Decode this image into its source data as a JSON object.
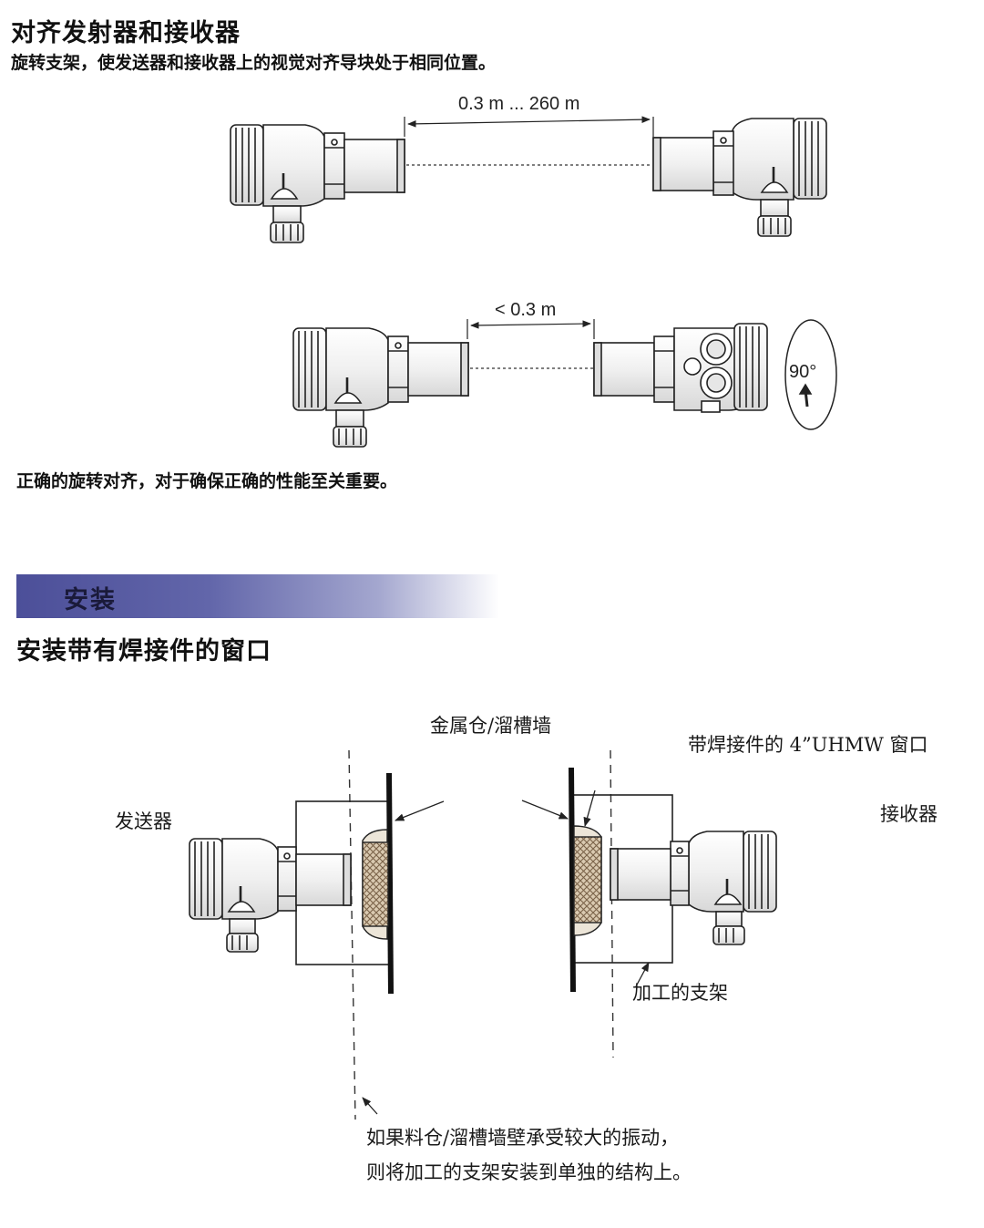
{
  "alignment": {
    "title": "对齐发射器和接收器",
    "instruction": "旋转支架，使发送器和接收器上的视觉对齐导块处于相同位置。",
    "distance_long": "0.3 m ... 260 m",
    "distance_short": "< 0.3 m",
    "rotation_angle": "90°",
    "note": "正确的旋转对齐，对于确保正确的性能至关重要。"
  },
  "installation": {
    "section_label": "安装",
    "subtitle": "安装带有焊接件的窗口",
    "wall_label": "金属仓/溜槽墙",
    "window_label": "带焊接件的 4”UHMW 窗口",
    "transmitter_label": "发送器",
    "receiver_label": "接收器",
    "bracket_label": "加工的支架",
    "vibration_note_line1": "如果料仓/溜槽墙壁承受较大的振动，",
    "vibration_note_line2": "则将加工的支架安装到单独的结构上。"
  },
  "colors": {
    "band_start": "#4c4f99",
    "band_end": "#ffffff"
  }
}
